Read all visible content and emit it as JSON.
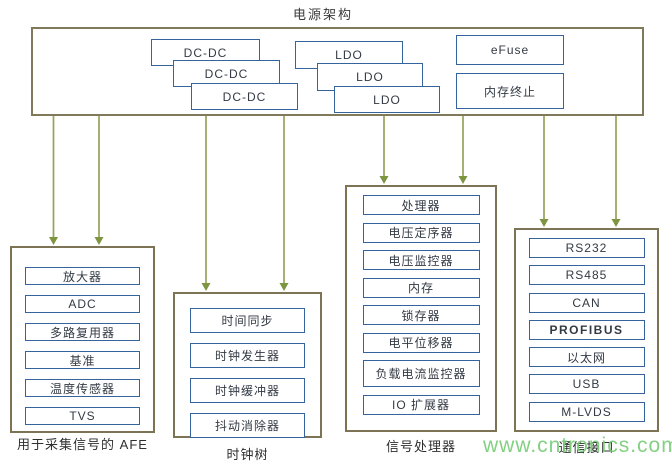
{
  "title": "电源架构",
  "watermark": "www.cntronics.com",
  "colors": {
    "inner_box_border": "#35639c",
    "group_border": "#7d7355",
    "arrow": "#8d9c51",
    "watermark_green": "#76cc76"
  },
  "power": {
    "dcdc": [
      "DC-DC",
      "DC-DC",
      "DC-DC"
    ],
    "ldo": [
      "LDO",
      "LDO",
      "LDO"
    ],
    "efuse": "eFuse",
    "memory_termination": "内存终止"
  },
  "groups": [
    {
      "caption": "用于采集信号的 AFE",
      "items": [
        "放大器",
        "ADC",
        "多路复用器",
        "基准",
        "温度传感器",
        "TVS"
      ]
    },
    {
      "caption": "时钟树",
      "items": [
        "时间同步",
        "时钟发生器",
        "时钟缓冲器",
        "抖动消除器"
      ]
    },
    {
      "caption": "信号处理器",
      "items": [
        "处理器",
        "电压定序器",
        "电压监控器",
        "内存",
        "锁存器",
        "电平位移器",
        "负载电流监控器",
        "IO 扩展器"
      ]
    },
    {
      "caption": "通信接口",
      "items": [
        "RS232",
        "RS485",
        "CAN",
        "PROFIBUS",
        "以太网",
        "USB",
        "M-LVDS"
      ]
    }
  ]
}
